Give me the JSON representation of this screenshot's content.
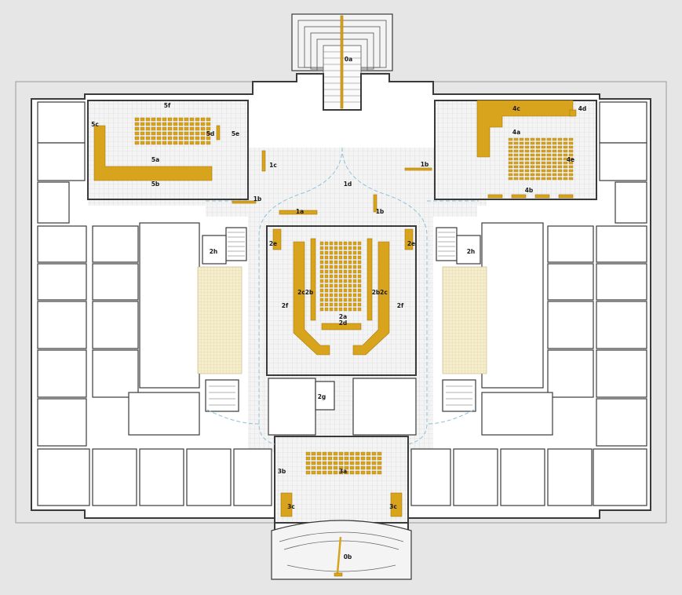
{
  "labels": {
    "l0a": "0a",
    "l0b": "0b",
    "l1a": "1a",
    "l1b_left": "1b",
    "l1b_mid": "1b",
    "l1b_right": "1b",
    "l1c": "1c",
    "l1d": "1d",
    "l2a": "2a",
    "l2b_left": "2b",
    "l2b_right": "2b",
    "l2c_left": "2c",
    "l2c_right": "2c",
    "l2d": "2d",
    "l2e_left": "2e",
    "l2e_right": "2e",
    "l2f_left": "2f",
    "l2f_right": "2f",
    "l2g": "2g",
    "l2h_left": "2h",
    "l2h_right": "2h",
    "l3a": "3a",
    "l3b": "3b",
    "l3c_left": "3c",
    "l3c_right": "3c",
    "l4a": "4a",
    "l4b": "4b",
    "l4c": "4c",
    "l4d": "4d",
    "l4e": "4e",
    "l5a": "5a",
    "l5b": "5b",
    "l5c": "5c",
    "l5d": "5d",
    "l5e": "5e",
    "l5f": "5f"
  },
  "colors": {
    "background": "#e6e6e6",
    "wall": "#3a3a3a",
    "seating": "#d8a31d",
    "circulation_path": "#8fc1d6"
  }
}
